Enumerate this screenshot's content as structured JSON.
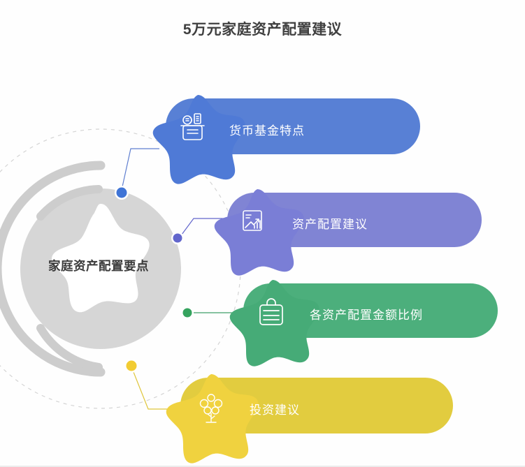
{
  "title": "5万元家庭资产配置建议",
  "center": {
    "label": "家庭资产配置要点",
    "ring_color": "#d3d3d3",
    "star_color": "#ffffff",
    "text_color": "#3b3b3b"
  },
  "chart_data": {
    "type": "diagram",
    "title": "5万元家庭资产配置建议",
    "hub": "家庭资产配置要点",
    "layout": "radial-hub-with-four-pill-banners",
    "nodes": [
      {
        "index": 1,
        "label": "货币基金特点",
        "color": "#5880d5",
        "star_color": "#4f7ad6",
        "dot_color": "#3f74d6",
        "icon": "money-basket-icon"
      },
      {
        "index": 2,
        "label": "资产配置建议",
        "color": "#8084d4",
        "star_color": "#7a7ed6",
        "dot_color": "#6266cc",
        "icon": "chart-folder-icon"
      },
      {
        "index": 3,
        "label": "各资产配置金额比例",
        "color": "#4caf7c",
        "star_color": "#46ab77",
        "dot_color": "#35a35e",
        "icon": "briefcase-icon"
      },
      {
        "index": 4,
        "label": "投资建议",
        "color": "#e2cc3f",
        "star_color": "#f0d23f",
        "dot_color": "#f2cc33",
        "icon": "money-tree-icon"
      }
    ]
  },
  "banners": [
    {
      "id": "money-fund",
      "label": "货币基金特点",
      "icon": "money-basket-icon",
      "pill_color": "#5880d5",
      "star_color": "#4f7ad6",
      "dot_color": "#3f74d6"
    },
    {
      "id": "asset-allocation",
      "label": "资产配置建议",
      "icon": "chart-folder-icon",
      "pill_color": "#8084d4",
      "star_color": "#7a7ed6",
      "dot_color": "#6266cc"
    },
    {
      "id": "allocation-ratio",
      "label": "各资产配置金额比例",
      "icon": "briefcase-icon",
      "pill_color": "#4caf7c",
      "star_color": "#46ab77",
      "dot_color": "#35a35e"
    },
    {
      "id": "investment-advice",
      "label": "投资建议",
      "icon": "money-tree-icon",
      "pill_color": "#e2cc3f",
      "star_color": "#f0d23f",
      "dot_color": "#f2cc33"
    }
  ]
}
